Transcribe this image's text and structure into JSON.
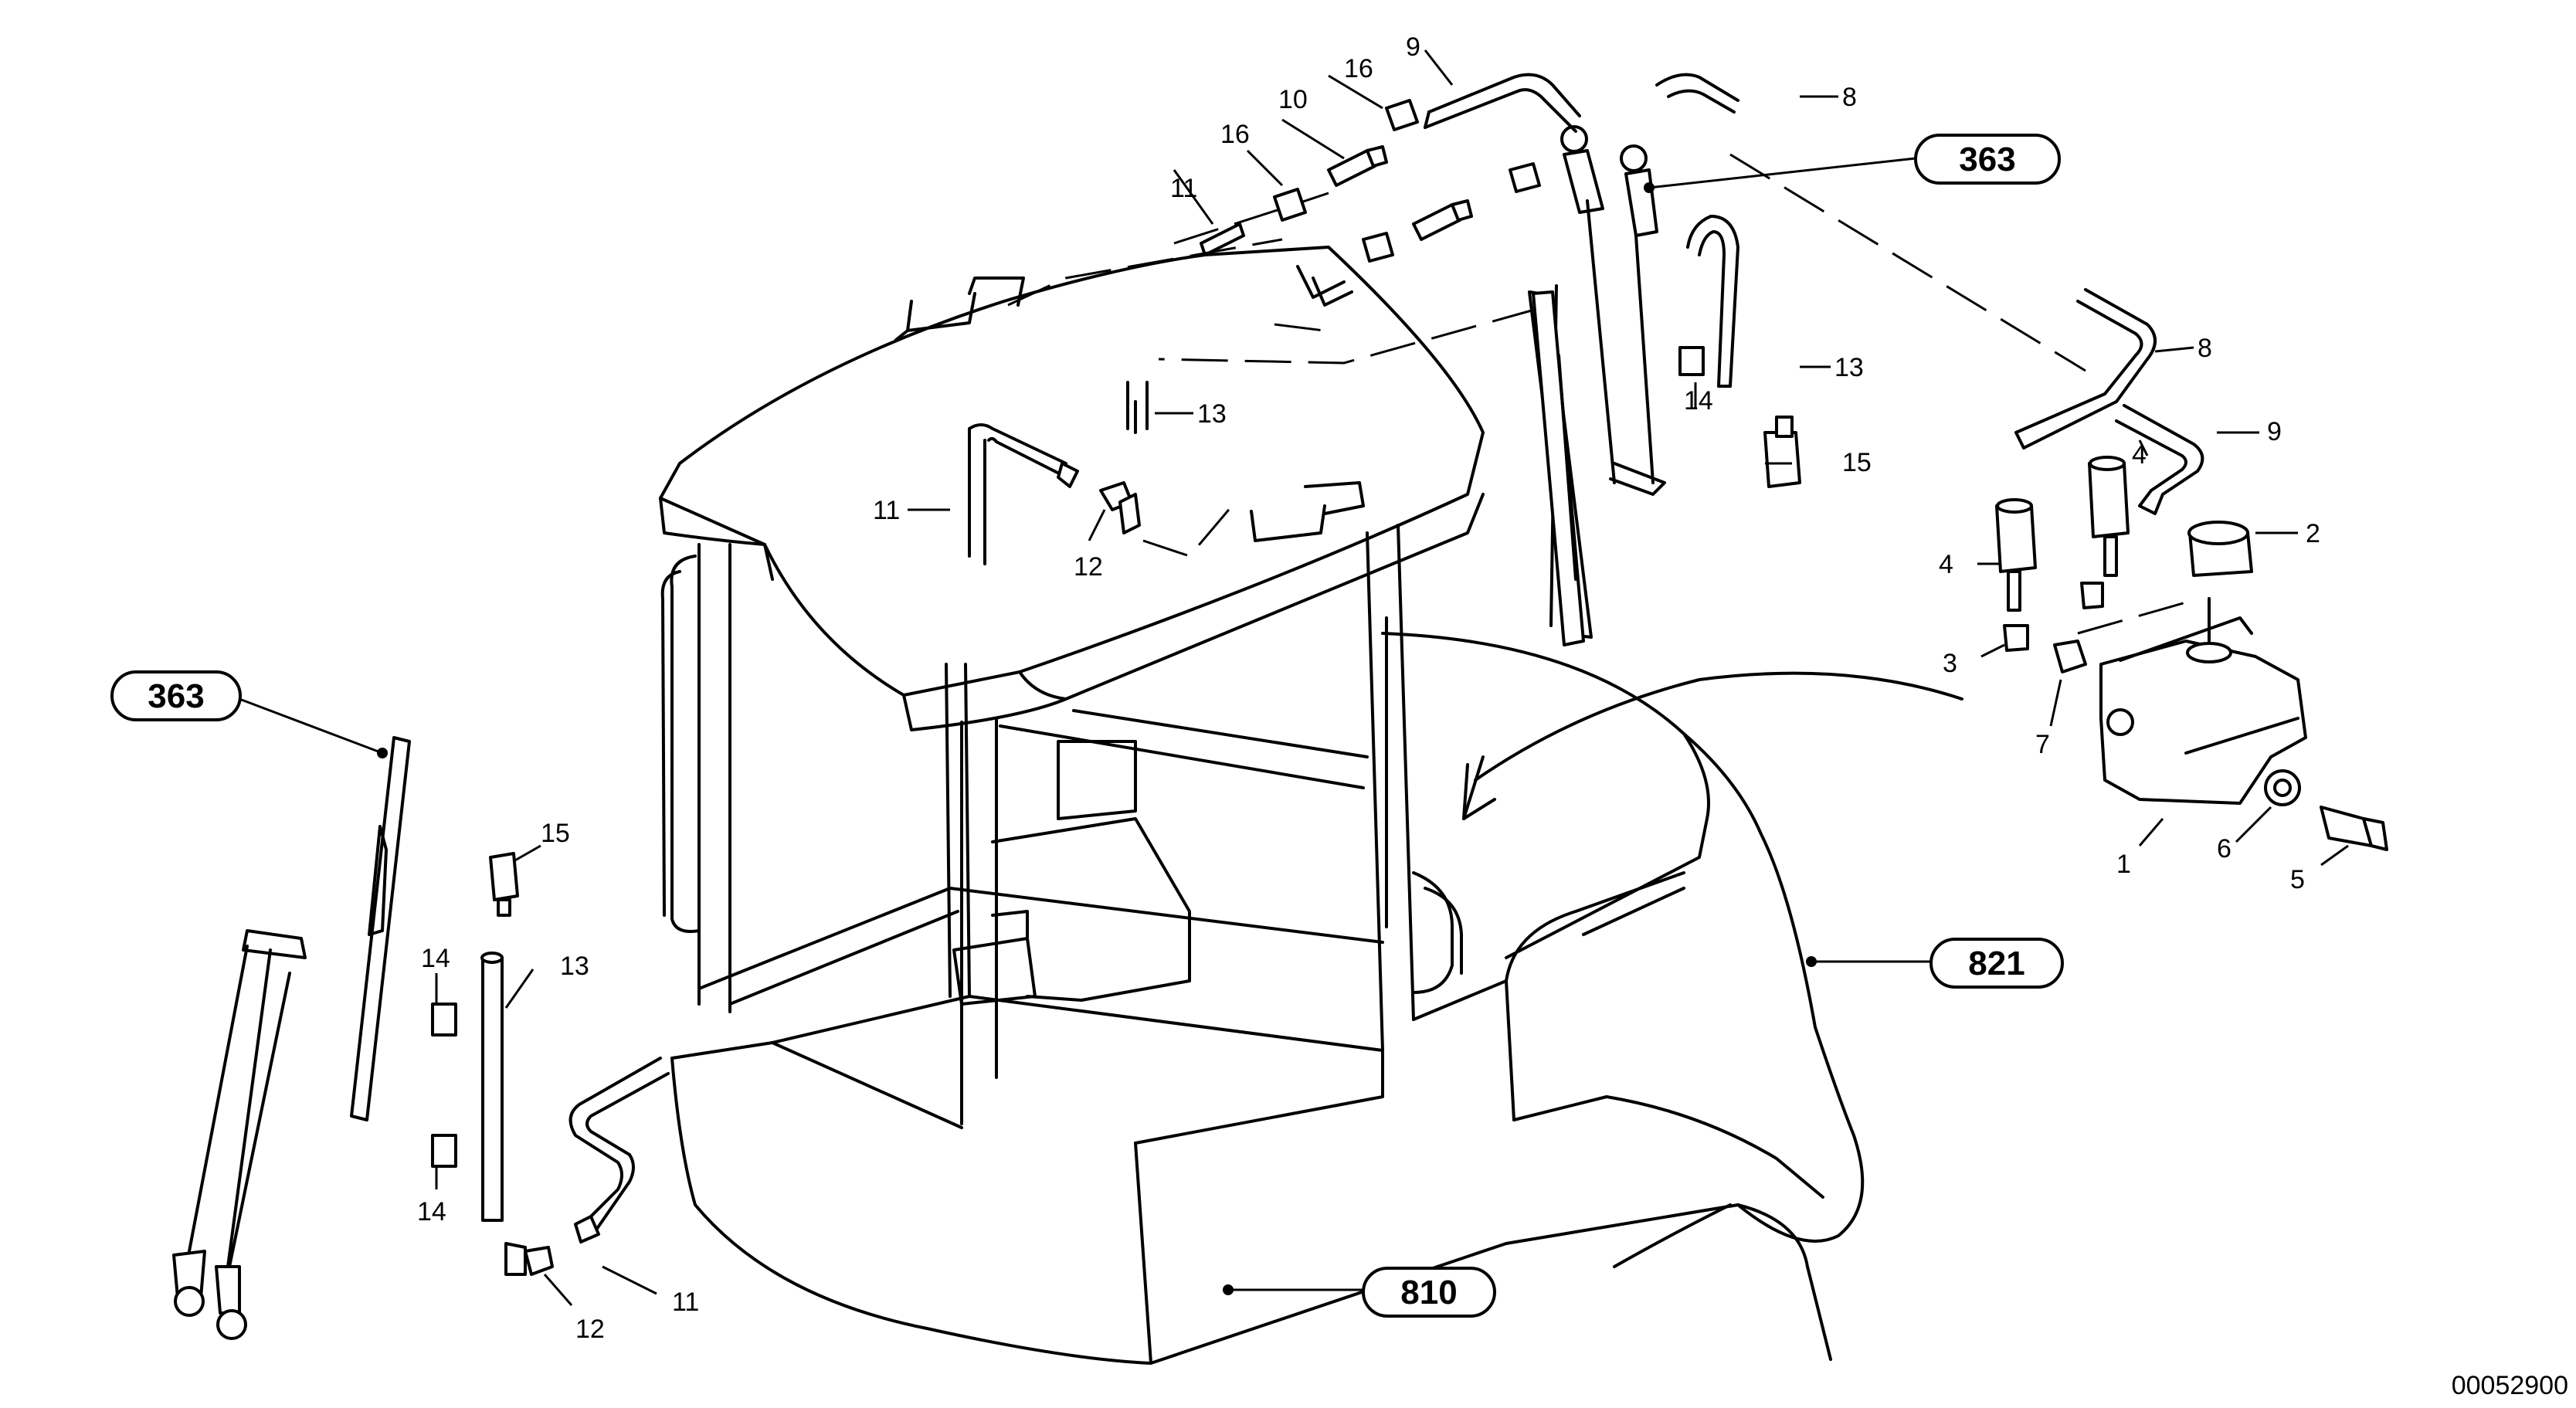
{
  "diagram": {
    "drawing_number": "00052900",
    "callouts": {
      "c1": "1",
      "c2": "2",
      "c3": "3",
      "c4a": "4",
      "c4b": "4",
      "c5": "5",
      "c6": "6",
      "c7": "7",
      "c8a": "8",
      "c8b": "8",
      "c9a": "9",
      "c9b": "9",
      "c10": "10",
      "c11a": "11",
      "c11b": "11",
      "c11c": "11",
      "c12a": "12",
      "c12b": "12",
      "c13a": "13",
      "c13b": "13",
      "c13c": "13",
      "c14a": "14",
      "c14b": "14",
      "c14c": "14",
      "c15a": "15",
      "c15b": "15",
      "c16a": "16",
      "c16b": "16"
    },
    "references": {
      "r363_top": "363",
      "r363_left": "363",
      "r821": "821",
      "r810": "810"
    }
  }
}
